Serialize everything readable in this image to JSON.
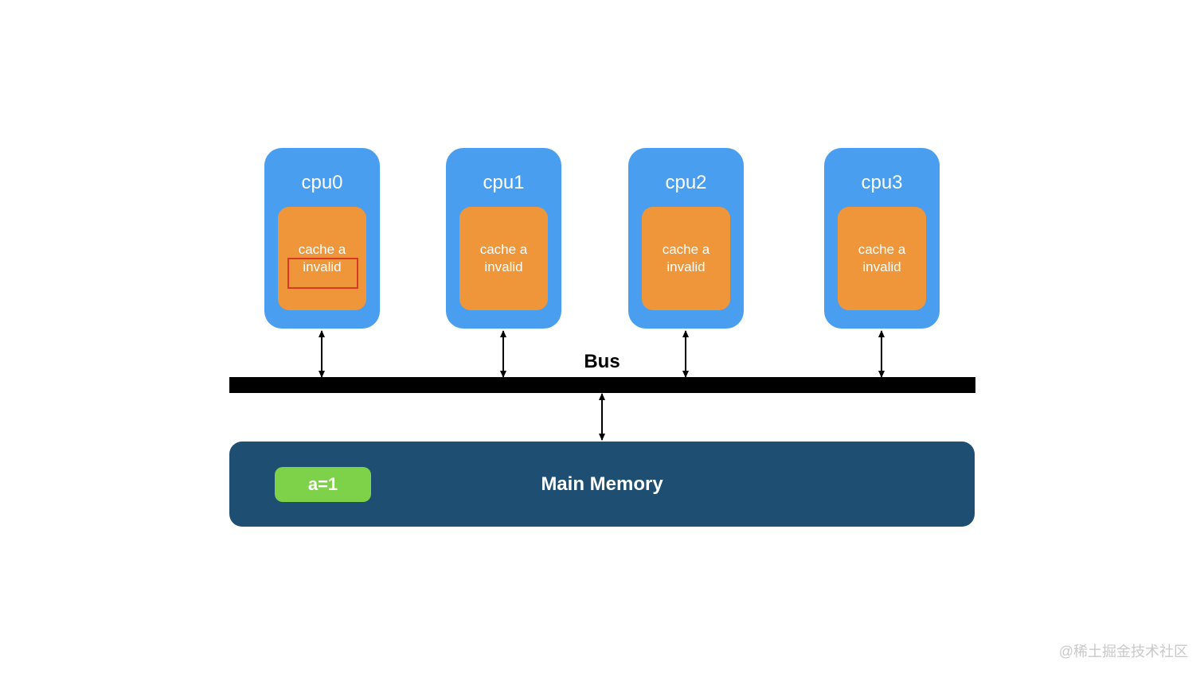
{
  "colors": {
    "cpu-box": "#4A9EF0",
    "cache-box": "#EE9639",
    "bus-bar": "#000000",
    "memory-box": "#1F4E73",
    "value-box": "#7DD249",
    "highlight-border": "#D43A26",
    "watermark-text": "#C9C9C9"
  },
  "cpus": [
    {
      "label": "cpu0",
      "cache": [
        "cache a",
        "invalid"
      ],
      "highlighted": true
    },
    {
      "label": "cpu1",
      "cache": [
        "cache a",
        "invalid"
      ],
      "highlighted": false
    },
    {
      "label": "cpu2",
      "cache": [
        "cache a",
        "invalid"
      ],
      "highlighted": false
    },
    {
      "label": "cpu3",
      "cache": [
        "cache a",
        "invalid"
      ],
      "highlighted": false
    }
  ],
  "bus": {
    "label": "Bus"
  },
  "memory": {
    "label": "Main Memory",
    "value_label": "a=1"
  },
  "watermark": {
    "text": "@稀土掘金技术社区"
  }
}
